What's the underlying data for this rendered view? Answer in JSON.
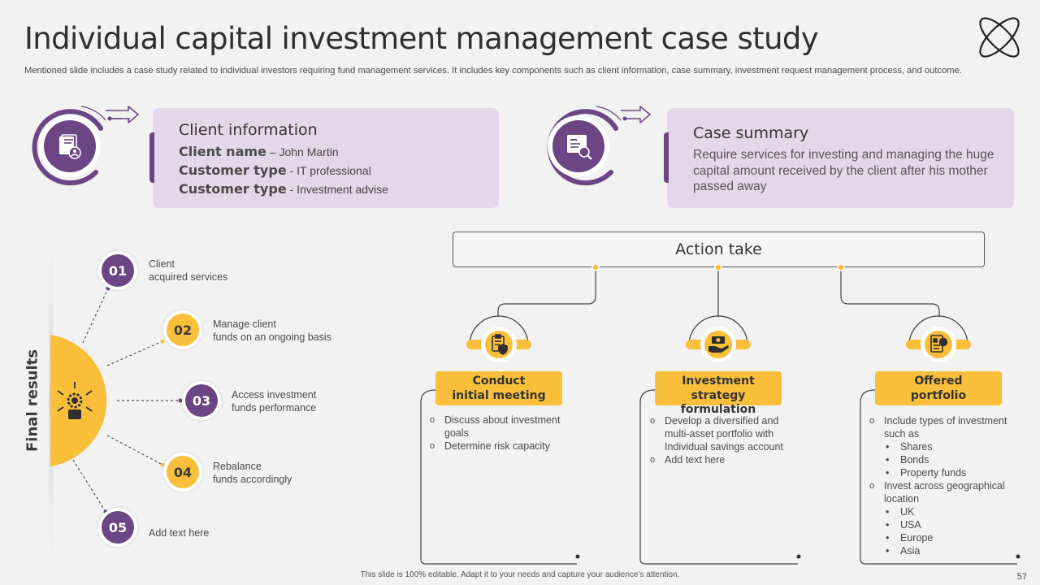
{
  "title": "Individual capital investment management case study",
  "subtitle": "Mentioned slide includes a case study related to individual investors requiring fund management services. It includes key components such as client information, case summary, investment request management process, and outcome.",
  "client_info": {
    "title": "Client information",
    "rows": [
      {
        "label": "Client name",
        "value": " – John Martin"
      },
      {
        "label": "Customer type",
        "value": " - IT professional"
      },
      {
        "label": "Customer type",
        "value": " - Investment advise"
      }
    ]
  },
  "case_summary": {
    "title": "Case summary",
    "text": "Require services for investing and managing the huge capital amount received by the client after his mother passed away"
  },
  "final_results": {
    "label": "Final results",
    "items": [
      {
        "num": "01",
        "text": "Client\nacquired services"
      },
      {
        "num": "02",
        "text": "Manage client\nfunds on an ongoing basis"
      },
      {
        "num": "03",
        "text": "Access investment\nfunds performance"
      },
      {
        "num": "04",
        "text": "Rebalance\nfunds accordingly"
      },
      {
        "num": "05",
        "text": "Add text here"
      }
    ]
  },
  "action": {
    "title": "Action take",
    "columns": [
      {
        "title": "Conduct\ninitial meeting",
        "items": [
          {
            "text": "Discuss about investment goals",
            "subs": []
          },
          {
            "text": "Determine risk capacity",
            "subs": []
          }
        ]
      },
      {
        "title": "Investment strategy\nformulation",
        "items": [
          {
            "text": "Develop a diversified and multi-asset portfolio with Individual savings account",
            "subs": []
          },
          {
            "text": "Add text here",
            "subs": []
          }
        ]
      },
      {
        "title": "Offered\nportfolio",
        "items": [
          {
            "text": "Include types of investment such as",
            "subs": [
              "Shares",
              "Bonds",
              "Property funds"
            ]
          },
          {
            "text": "Invest across geographical location",
            "subs": [
              "UK",
              "USA",
              "Europe",
              "Asia"
            ]
          }
        ]
      }
    ]
  },
  "footer": "This slide is 100% editable. Adapt it to your needs and capture your audience’s attention.",
  "page_number": "57",
  "colors": {
    "purple": "#6b4584",
    "yellow": "#f9bf3b",
    "lavender": "#e4d7ea"
  },
  "icons": [
    "logo-x-orbit-icon",
    "client-profile-icon",
    "case-document-search-icon",
    "gear-people-icon",
    "clipboard-shield-icon",
    "hand-money-icon",
    "portfolio-document-icon"
  ]
}
